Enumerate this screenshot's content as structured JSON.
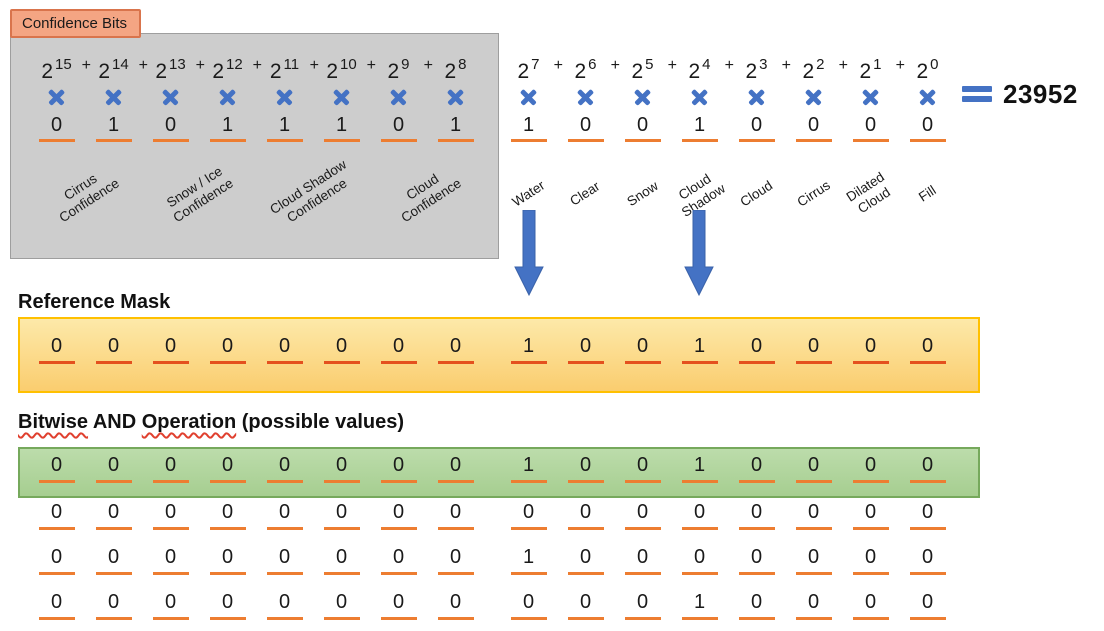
{
  "colors": {
    "accent_blue": "#4472C4",
    "accent_orange": "#ED7D31",
    "underline_red": "#E4501E",
    "gold_border": "#FFC000",
    "yellow_top": "#FDE9A9",
    "yellow_bottom": "#FACD6F",
    "green_fill_top": "#BCDCAB",
    "green_fill_bottom": "#A6CE90",
    "green_border": "#76A95C",
    "salmon_fill": "#F4A583",
    "salmon_border": "#D9744C",
    "gray_fill": "#CDCDCD",
    "gray_border": "#9E9E9E"
  },
  "confidence_tag": {
    "label": "Confidence Bits"
  },
  "equation": {
    "plus_sign": "+",
    "result": "23952",
    "high_terms": [
      {
        "base": "2",
        "exp": "15",
        "bit": "0"
      },
      {
        "base": "2",
        "exp": "14",
        "bit": "1"
      },
      {
        "base": "2",
        "exp": "13",
        "bit": "0"
      },
      {
        "base": "2",
        "exp": "12",
        "bit": "1"
      },
      {
        "base": "2",
        "exp": "11",
        "bit": "1"
      },
      {
        "base": "2",
        "exp": "10",
        "bit": "1"
      },
      {
        "base": "2",
        "exp": "9",
        "bit": "0"
      },
      {
        "base": "2",
        "exp": "8",
        "bit": "1"
      }
    ],
    "high_labels": [
      {
        "line1": "Cirrus",
        "line2": "Confidence"
      },
      {
        "line1": "Snow / Ice",
        "line2": "Confidence"
      },
      {
        "line1": "Cloud Shadow",
        "line2": "Confidence"
      },
      {
        "line1": "Cloud",
        "line2": "Confidence"
      }
    ],
    "low_terms": [
      {
        "base": "2",
        "exp": "7",
        "bit": "1"
      },
      {
        "base": "2",
        "exp": "6",
        "bit": "0"
      },
      {
        "base": "2",
        "exp": "5",
        "bit": "0"
      },
      {
        "base": "2",
        "exp": "4",
        "bit": "1"
      },
      {
        "base": "2",
        "exp": "3",
        "bit": "0"
      },
      {
        "base": "2",
        "exp": "2",
        "bit": "0"
      },
      {
        "base": "2",
        "exp": "1",
        "bit": "0"
      },
      {
        "base": "2",
        "exp": "0",
        "bit": "0"
      }
    ],
    "low_labels": [
      {
        "line1": "Water",
        "line2": ""
      },
      {
        "line1": "Clear",
        "line2": ""
      },
      {
        "line1": "Snow",
        "line2": ""
      },
      {
        "line1": "Cloud",
        "line2": "Shadow"
      },
      {
        "line1": "Cloud",
        "line2": ""
      },
      {
        "line1": "Cirrus",
        "line2": ""
      },
      {
        "line1": "Dilated",
        "line2": "Cloud"
      },
      {
        "line1": "Fill",
        "line2": ""
      }
    ]
  },
  "reference_mask": {
    "title": "Reference Mask",
    "bits_high": [
      "0",
      "0",
      "0",
      "0",
      "0",
      "0",
      "0",
      "0"
    ],
    "bits_low": [
      "1",
      "0",
      "0",
      "1",
      "0",
      "0",
      "0",
      "0"
    ]
  },
  "bitwise": {
    "title_parts": [
      {
        "text": "Bitwise",
        "misspelled": true
      },
      {
        "text": " AND ",
        "misspelled": false
      },
      {
        "text": "Operation",
        "misspelled": true
      },
      {
        "text": " (possible values)",
        "misspelled": false
      }
    ],
    "rows": [
      {
        "highlight": true,
        "bits_high": [
          "0",
          "0",
          "0",
          "0",
          "0",
          "0",
          "0",
          "0"
        ],
        "bits_low": [
          "1",
          "0",
          "0",
          "1",
          "0",
          "0",
          "0",
          "0"
        ]
      },
      {
        "highlight": false,
        "bits_high": [
          "0",
          "0",
          "0",
          "0",
          "0",
          "0",
          "0",
          "0"
        ],
        "bits_low": [
          "0",
          "0",
          "0",
          "0",
          "0",
          "0",
          "0",
          "0"
        ]
      },
      {
        "highlight": false,
        "bits_high": [
          "0",
          "0",
          "0",
          "0",
          "0",
          "0",
          "0",
          "0"
        ],
        "bits_low": [
          "1",
          "0",
          "0",
          "0",
          "0",
          "0",
          "0",
          "0"
        ]
      },
      {
        "highlight": false,
        "bits_high": [
          "0",
          "0",
          "0",
          "0",
          "0",
          "0",
          "0",
          "0"
        ],
        "bits_low": [
          "0",
          "0",
          "0",
          "1",
          "0",
          "0",
          "0",
          "0"
        ]
      }
    ]
  }
}
